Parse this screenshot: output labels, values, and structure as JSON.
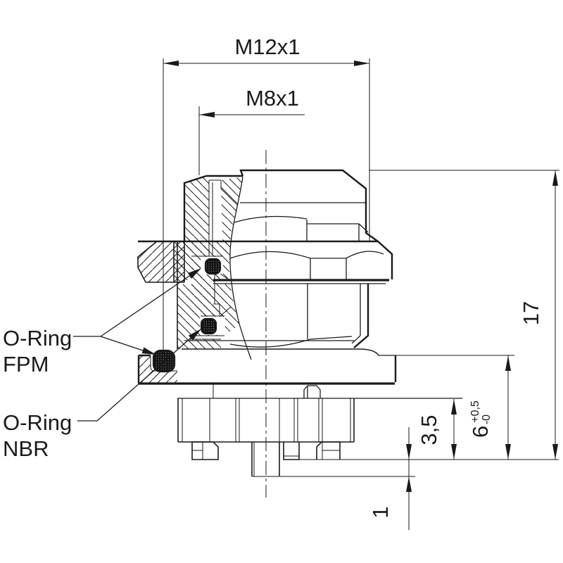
{
  "colors": {
    "line": "#1a1a1a",
    "background": "#ffffff"
  },
  "dims": {
    "m12": "M12x1",
    "m8": "M8x1",
    "total": "17",
    "clip_value": "6",
    "clip_tol_plus": "+0,5",
    "clip_tol_minus": "-0",
    "panel": "3,5",
    "tip": "1"
  },
  "callouts": {
    "fpm_line1": "O-Ring",
    "fpm_line2": "FPM",
    "nbr_line1": "O-Ring",
    "nbr_line2": "NBR"
  }
}
